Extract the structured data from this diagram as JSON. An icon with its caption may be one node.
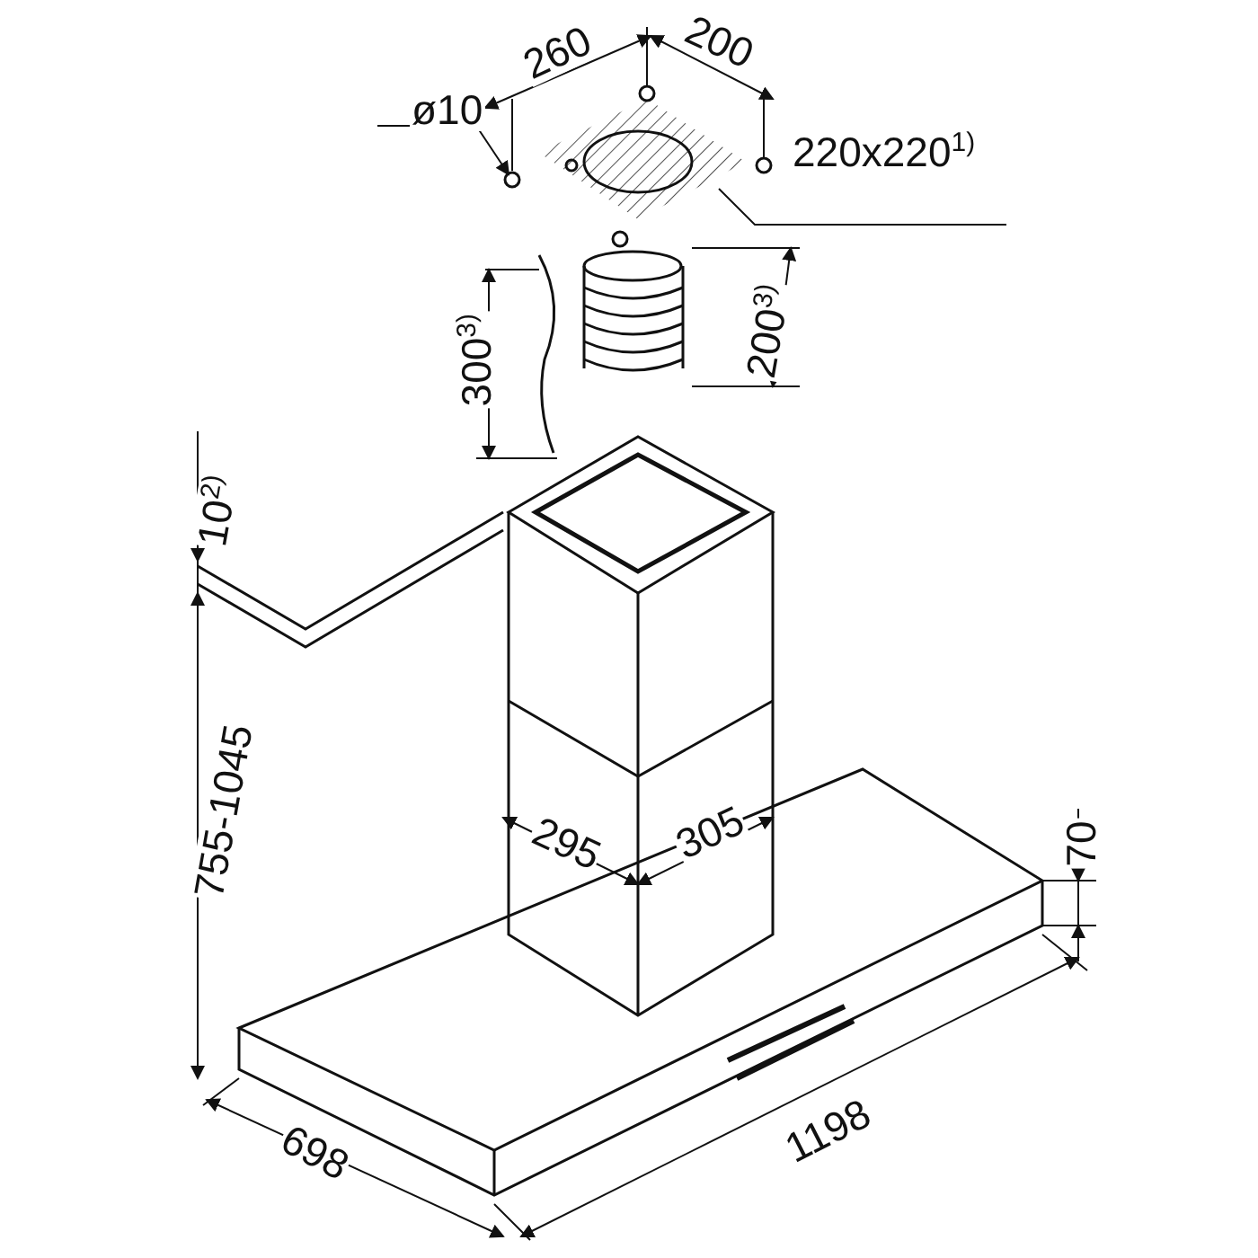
{
  "diagram": {
    "labels": [
      "260",
      "200",
      "ø10",
      "220x220$^{1)}$",
      "300$^{3)}$",
      "200$^{3)}$",
      "10$^{2)}$",
      "755-1045",
      "295",
      "305",
      "70",
      "698",
      "1198"
    ]
  }
}
